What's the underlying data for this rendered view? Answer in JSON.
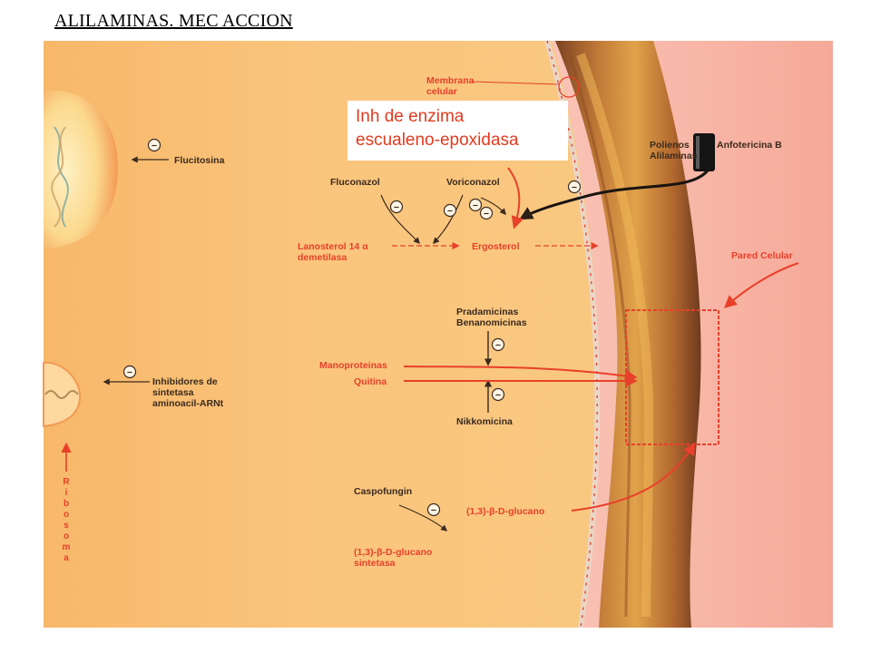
{
  "slide": {
    "title": "ALILAMINAS. MEC ACCION"
  },
  "callout": {
    "line1": "Inh de enzima",
    "line2": "escualeno-epoxidasa"
  },
  "labels": {
    "membrana_1": "Membrana",
    "membrana_2": "celular",
    "polienos": "Polienos",
    "anfotericina": "Anfotericina B",
    "alilaminas": "Alilaminas",
    "flucitosina": "Flucitosina",
    "fluconazol": "Fluconazol",
    "voriconazol": "Voriconazol",
    "lanosterol_1": "Lanosterol 14 α",
    "lanosterol_2": "demetilasa",
    "ergosterol": "Ergosterol",
    "pared_celular": "Pared Celular",
    "pradamicinas": "Pradamicinas",
    "benanomicinas": "Benanomicinas",
    "manoproteinas": "Manoproteinas",
    "quitina": "Quitina",
    "nikkomicina": "Nikkomicina",
    "inhibidores_1": "Inhibidores de",
    "inhibidores_2": "sintetasa",
    "inhibidores_3": "aminoacil-ARNt",
    "caspofungin": "Caspofungin",
    "glucano": "(1,3)-β-D-glucano",
    "glucano_sint_1": "(1,3)-β-D-glucano",
    "glucano_sint_2": "sintetasa",
    "ribosoma": [
      "R",
      "i",
      "b",
      "o",
      "s",
      "o",
      "m",
      "a"
    ]
  },
  "inhibition_symbol": "−",
  "colors": {
    "cytoplasm": "#f9c27a",
    "wall": "#a05a2a",
    "outside": "#fbd3c7",
    "accent_red": "#e8402a",
    "label_dark": "#3b2a1e"
  }
}
